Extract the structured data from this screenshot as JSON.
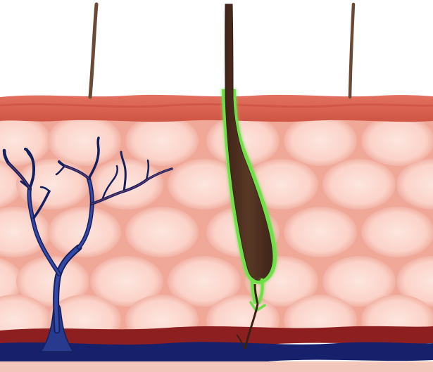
{
  "colors": {
    "background": "#ffffff",
    "epidermis": "#e06a5a",
    "epidermis_dark": "#c24a3e",
    "dermis_base": "#f4b3a8",
    "cell": "#fcd8cf",
    "cell_border": "#ecaa9d",
    "hair": "#6b4a35",
    "follicle": "#4a2c1f",
    "follicle_glow": "#6fe04a",
    "nerve": "#283a8e",
    "nerve_dark": "#14205e",
    "artery": "#8e1f20",
    "vein": "#17206a"
  },
  "icons": {
    "surface_hairs": "hair-shaft",
    "follicle": "hair-follicle-highlighted",
    "nerve": "branching-nerve-or-vessel"
  }
}
